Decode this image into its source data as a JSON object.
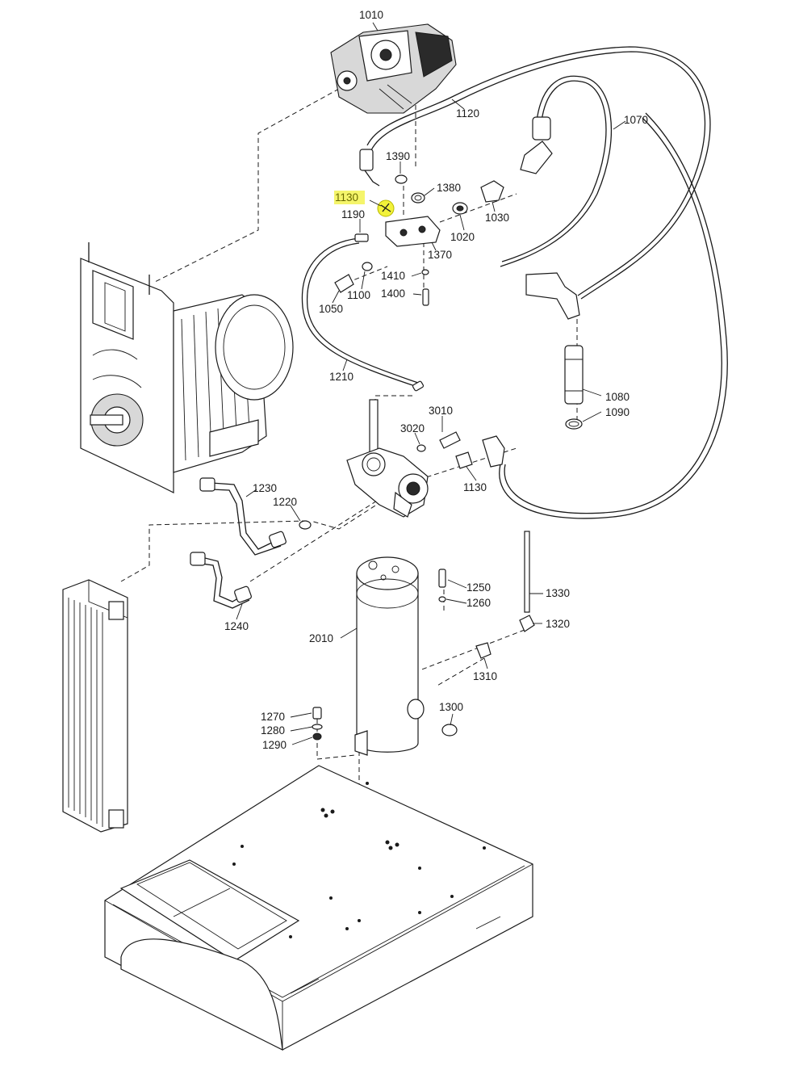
{
  "diagram": {
    "highlight_color": "#f2f23a",
    "highlighted_part": "1130",
    "part_labels": [
      "1010",
      "1120",
      "1070",
      "1390",
      "1380",
      "1130",
      "1190",
      "1020",
      "1030",
      "1370",
      "1410",
      "1100",
      "1050",
      "1400",
      "1210",
      "3010",
      "3020",
      "1080",
      "1090",
      "1130",
      "1230",
      "1220",
      "1250",
      "1330",
      "1260",
      "1240",
      "2010",
      "1320",
      "1310",
      "1300",
      "1270",
      "1280",
      "1290"
    ]
  }
}
